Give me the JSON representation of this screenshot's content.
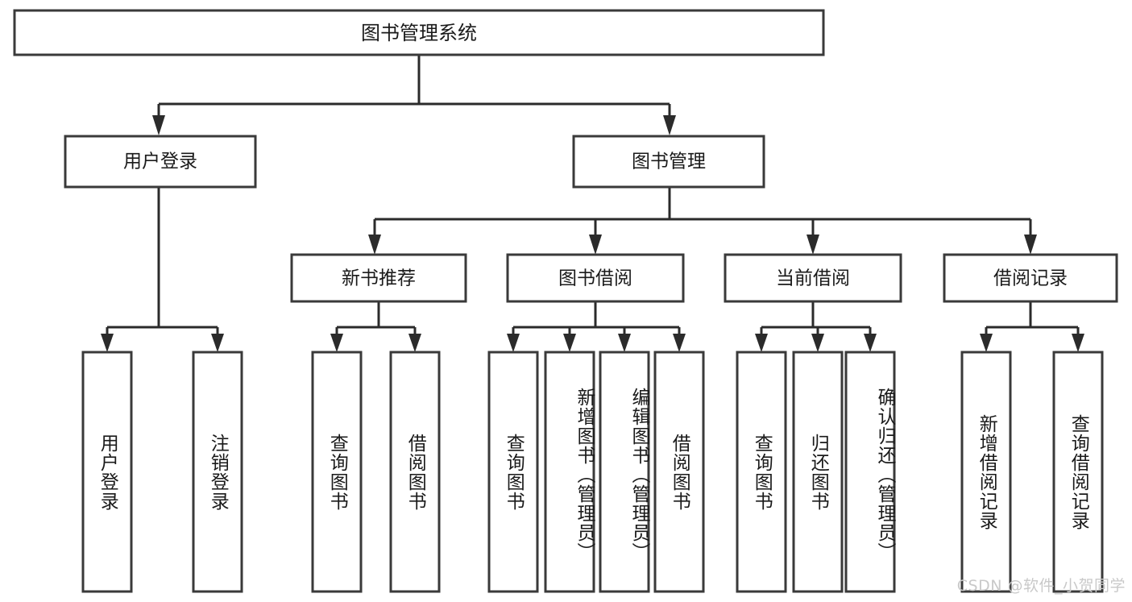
{
  "diagram": {
    "type": "tree-hierarchy",
    "title": "图书管理系统",
    "orientation": "top-down",
    "watermark": "CSDN @软件_小贺同学",
    "colors": {
      "box_stroke": "#3a3a3a",
      "connector": "#2b2b2b",
      "box_fill": "#ffffff",
      "text": "#1a1a1a",
      "watermark": "#c9c9c9",
      "background": "#ffffff"
    },
    "root": {
      "label": "图书管理系统",
      "children": [
        {
          "label": "用户登录",
          "children": [
            {
              "label": "用户登录"
            },
            {
              "label": "注销登录"
            }
          ]
        },
        {
          "label": "图书管理",
          "children": [
            {
              "label": "新书推荐",
              "children": [
                {
                  "label": "查询图书"
                },
                {
                  "label": "借阅图书"
                }
              ]
            },
            {
              "label": "图书借阅",
              "children": [
                {
                  "label": "查询图书"
                },
                {
                  "label": "新增图书（管理员）"
                },
                {
                  "label": "编辑图书（管理员）"
                },
                {
                  "label": "借阅图书"
                }
              ]
            },
            {
              "label": "当前借阅",
              "children": [
                {
                  "label": "查询图书"
                },
                {
                  "label": "归还图书"
                },
                {
                  "label": "确认归还（管理员）"
                }
              ]
            },
            {
              "label": "借阅记录",
              "children": [
                {
                  "label": "新增借阅记录"
                },
                {
                  "label": "查询借阅记录"
                }
              ]
            }
          ]
        }
      ]
    },
    "nodes": {
      "root": {
        "label": "图书管理系统"
      },
      "l2": [
        {
          "label": "用户登录"
        },
        {
          "label": "图书管理"
        }
      ],
      "l3": [
        {
          "label": "新书推荐"
        },
        {
          "label": "图书借阅"
        },
        {
          "label": "当前借阅"
        },
        {
          "label": "借阅记录"
        }
      ],
      "leaves": [
        {
          "label": "用户登录"
        },
        {
          "label": "注销登录"
        },
        {
          "label": "查询图书"
        },
        {
          "label": "借阅图书"
        },
        {
          "label": "查询图书"
        },
        {
          "label": "新增图书（管理员）"
        },
        {
          "label": "编辑图书（管理员）"
        },
        {
          "label": "借阅图书"
        },
        {
          "label": "查询图书"
        },
        {
          "label": "归还图书"
        },
        {
          "label": "确认归还（管理员）"
        },
        {
          "label": "新增借阅记录"
        },
        {
          "label": "查询借阅记录"
        }
      ]
    }
  }
}
